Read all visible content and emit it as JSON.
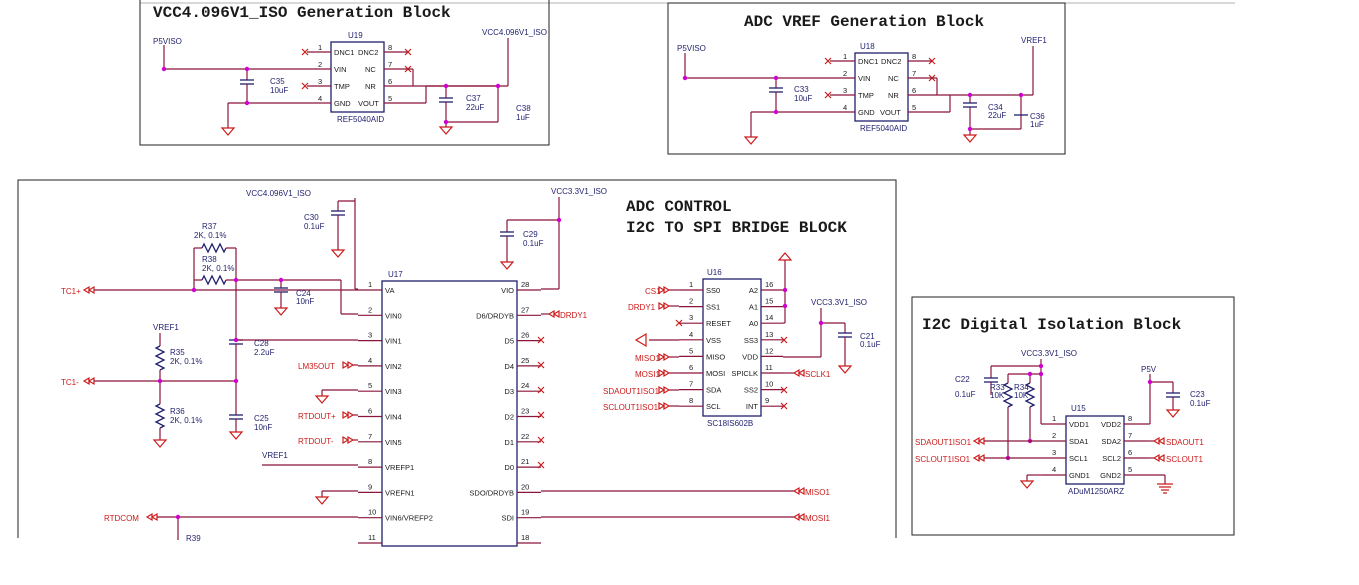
{
  "blocks": {
    "vcc_gen": "VCC4.096V1_ISO Generation Block",
    "adc_vref": "ADC VREF Generation Block",
    "adc_control_1": "ADC CONTROL",
    "adc_control_2": "I2C TO SPI BRIDGE BLOCK",
    "i2c_iso": "I2C Digital Isolation Block"
  },
  "u19": {
    "ref": "U19",
    "part": "REF5040AID",
    "pins_left": [
      [
        "1",
        "DNC1"
      ],
      [
        "2",
        "VIN"
      ],
      [
        "3",
        "TMP"
      ],
      [
        "4",
        "GND"
      ]
    ],
    "pins_right": [
      [
        "8",
        "DNC2"
      ],
      [
        "7",
        "NC"
      ],
      [
        "6",
        "NR"
      ],
      [
        "5",
        "VOUT"
      ]
    ],
    "p5v": "P5VISO",
    "vcc": "VCC4.096V1_ISO",
    "c35": "C35",
    "c35v": "10uF",
    "c37": "C37",
    "c37v": "22uF",
    "c38": "C38",
    "c38v": "1uF"
  },
  "u18": {
    "ref": "U18",
    "part": "REF5040AID",
    "pins_left": [
      [
        "1",
        "DNC1"
      ],
      [
        "2",
        "VIN"
      ],
      [
        "3",
        "TMP"
      ],
      [
        "4",
        "GND"
      ]
    ],
    "pins_right": [
      [
        "8",
        "DNC2"
      ],
      [
        "7",
        "NC"
      ],
      [
        "6",
        "NR"
      ],
      [
        "5",
        "VOUT"
      ]
    ],
    "p5v": "P5VISO",
    "vref": "VREF1",
    "c33": "C33",
    "c33v": "10uF",
    "c34": "C34",
    "c34v": "22uF",
    "c36": "C36",
    "c36v": "1uF"
  },
  "u17": {
    "ref": "U17",
    "pins_left": [
      [
        "1",
        "VA"
      ],
      [
        "2",
        "VIN0"
      ],
      [
        "3",
        "VIN1"
      ],
      [
        "4",
        "VIN2"
      ],
      [
        "5",
        "VIN3"
      ],
      [
        "6",
        "VIN4"
      ],
      [
        "7",
        "VIN5"
      ],
      [
        "8",
        "VREFP1"
      ],
      [
        "9",
        "VREFN1"
      ],
      [
        "10",
        "VIN6/VREFP2"
      ],
      [
        "11",
        ""
      ]
    ],
    "pins_right": [
      [
        "28",
        "VIO"
      ],
      [
        "27",
        "D6/DRDYB"
      ],
      [
        "26",
        "D5"
      ],
      [
        "25",
        "D4"
      ],
      [
        "24",
        "D3"
      ],
      [
        "23",
        "D2"
      ],
      [
        "22",
        "D1"
      ],
      [
        "21",
        "D0"
      ],
      [
        "20",
        "SDO/DRDYB"
      ],
      [
        "19",
        "SDI"
      ],
      [
        "18",
        ""
      ]
    ],
    "vcc": "VCC4.096V1_ISO",
    "vcc33": "VCC3.3V1_ISO",
    "c30": "C30",
    "c30v": "0.1uF",
    "c29": "C29",
    "c29v": "0.1uF",
    "r37": "R37",
    "r37v": "2K, 0.1%",
    "r38": "R38",
    "r38v": "2K, 0.1%",
    "c24": "C24",
    "c24v": "10nF",
    "c28": "C28",
    "c28v": "2.2uF",
    "r35": "R35",
    "r35v": "2K, 0.1%",
    "r36": "R36",
    "r36v": "2K, 0.1%",
    "c25": "C25",
    "c25v": "10nF",
    "vref1": "VREF1",
    "vref1b": "VREF1",
    "r39": "R39",
    "tcp": "TC1+",
    "tcm": "TC1-",
    "lm35": "LM35OUT",
    "rtdp": "RTDOUT+",
    "rtdm": "RTDOUT-",
    "rtdcom": "RTDCOM",
    "drdy": "DRDY1",
    "miso": "MISO1",
    "mosi": "MOSI1"
  },
  "u16": {
    "ref": "U16",
    "part": "SC18IS602B",
    "pins_left": [
      [
        "1",
        "SS0"
      ],
      [
        "2",
        "SS1"
      ],
      [
        "3",
        "RESET"
      ],
      [
        "4",
        "VSS"
      ],
      [
        "5",
        "MISO"
      ],
      [
        "6",
        "MOSI"
      ],
      [
        "7",
        "SDA"
      ],
      [
        "8",
        "SCL"
      ]
    ],
    "pins_right": [
      [
        "16",
        "A2"
      ],
      [
        "15",
        "A1"
      ],
      [
        "14",
        "A0"
      ],
      [
        "13",
        "SS3"
      ],
      [
        "12",
        "VDD"
      ],
      [
        "11",
        "SPICLK"
      ],
      [
        "10",
        "SS2"
      ],
      [
        "9",
        "INT"
      ]
    ],
    "cs": "CS1",
    "drdy": "DRDY1",
    "miso": "MISO1",
    "mosi": "MOSI1",
    "sda": "SDAOUT1ISO1",
    "scl": "SCLOUT1ISO1",
    "vcc": "VCC3.3V1_ISO",
    "c21": "C21",
    "c21v": "0.1uF",
    "sclk": "SCLK1"
  },
  "u15": {
    "ref": "U15",
    "part": "ADuM1250ARZ",
    "pins_left": [
      [
        "1",
        "VDD1"
      ],
      [
        "2",
        "SDA1"
      ],
      [
        "3",
        "SCL1"
      ],
      [
        "4",
        "GND1"
      ]
    ],
    "pins_right": [
      [
        "8",
        "VDD2"
      ],
      [
        "7",
        "SDA2"
      ],
      [
        "6",
        "SCL2"
      ],
      [
        "5",
        "GND2"
      ]
    ],
    "vcc": "VCC3.3V1_ISO",
    "p5v": "P5V",
    "c22": "C22",
    "c22v": "0.1uF",
    "r33": "R33",
    "r33v": "10K",
    "r34": "R34",
    "r34v": "10K",
    "c23": "C23",
    "c23v": "0.1uF",
    "sda_iso": "SDAOUT1ISO1",
    "scl_iso": "SCLOUT1ISO1",
    "sda": "SDAOUT1",
    "scl": "SCLOUT1"
  }
}
